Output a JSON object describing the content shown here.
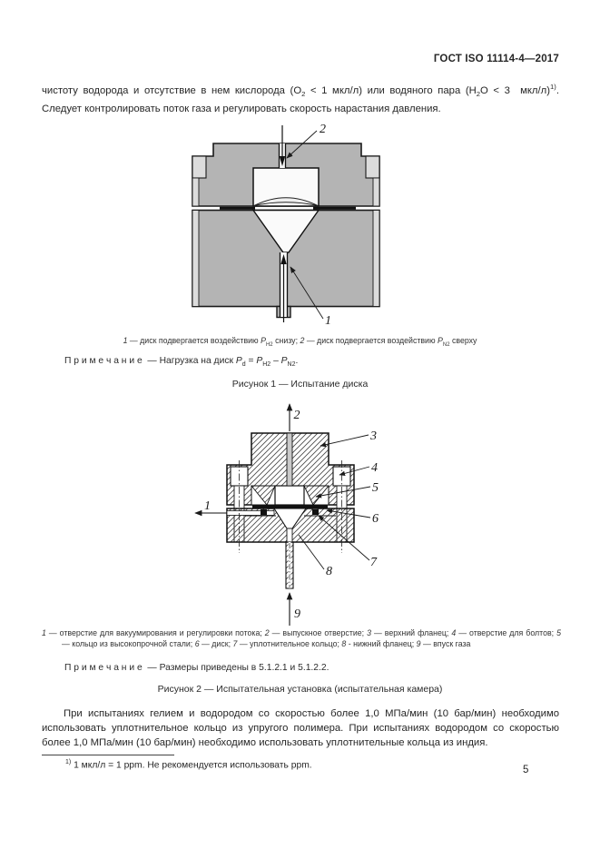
{
  "header": {
    "doc_id": "ГОСТ ISO 11114-4—2017"
  },
  "page": {
    "number": "5"
  },
  "intro": {
    "paragraph_html": "чистоту водорода и отсутствие в нем кислорода (O<sub>2</sub> &lt; 1 мкл/л) или водяного пара (H<sub>2</sub>O &lt; 3&nbsp;&nbsp;мкл/л)<sup>1)</sup>. Следует контролировать поток газа и регулировать скорость нарастания давления."
  },
  "figure1": {
    "callouts": {
      "c1": "1",
      "c2": "2"
    },
    "caption_html": "<i>1</i> — диск подвергается воздействию <i>P</i><sub>H2</sub> снизу; <i>2</i> — диск подвергается воздействию <i>P</i><sub>N2</sub> сверху",
    "note_html": "П р и м е ч а н и е&nbsp;&nbsp;— Нагрузка на диск <i>P</i><sub>d</sub> = <i>P</i><sub>H2</sub> – <i>P</i><sub>N2</sub>.",
    "title": "Рисунок 1 — Испытание диска",
    "colors": {
      "body_gray": "#b4b4b4",
      "tab_gray": "#dcdcdc",
      "ink": "#1a1a1a"
    }
  },
  "figure2": {
    "callouts": {
      "c1": "1",
      "c2": "2",
      "c3": "3",
      "c4": "4",
      "c5": "5",
      "c6": "6",
      "c7": "7",
      "c8": "8",
      "c9": "9"
    },
    "legend_html": "<i>1</i> — отверстие для вакуумирования и регулировки потока; <i>2</i> — выпускное отверстие; <i>3</i> — верхний фланец; <i>4</i> — отверстие для болтов; <i>5</i> — кольцо из высокопрочной стали; <i>6</i> — диск; <i>7</i> — уплотнительное кольцо; <i>8</i> - нижний фланец; <i>9</i> — впуск газа",
    "note_html": "П р и м е ч а н и е&nbsp;&nbsp;— Размеры приведены в 5.1.2.1 и 5.1.2.2.",
    "title": "Рисунок 2 — Испытательная установка (испытательная камера)"
  },
  "body": {
    "paragraph": "При испытаниях гелием и водородом со скоростью более 1,0 МПа/мин (10 бар/мин) необходимо использовать уплотнительное кольцо из упругого полимера. При испытаниях водородом со скоростью более 1,0 МПа/мин (10 бар/мин) необходимо использовать уплотнительные кольца из индия."
  },
  "footnote": {
    "html": "<sup>1)</sup>&nbsp;1 мкл/л = 1 ppm. Не рекомендуется использовать ppm."
  }
}
